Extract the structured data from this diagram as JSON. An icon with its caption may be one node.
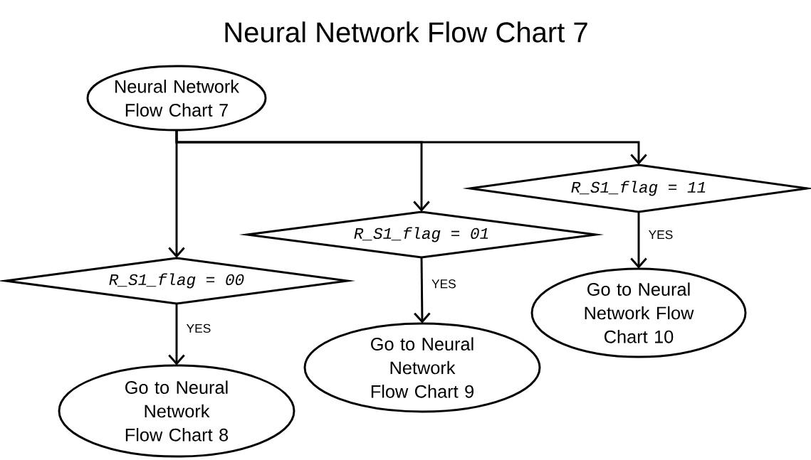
{
  "diagram": {
    "title": "Neural Network Flow Chart 7",
    "nodes": [
      {
        "text": [
          "Neural Network Flow Chart 7"
        ]
      },
      {
        "text": [
          "R_S1_flag = 00"
        ]
      },
      {
        "text": [
          "Go to Neural Network Flow Chart 8"
        ]
      },
      {
        "text": [
          "R_S1_flag = 01"
        ]
      },
      {
        "text": [
          "Go to Neural Network Flow Chart 9"
        ]
      },
      {
        "text": [
          "R_S1_flag = 11"
        ]
      },
      {
        "text": [
          "Go to Neural Network Flow Chart 10"
        ]
      }
    ],
    "edges": [
      {
        "from": 0,
        "to": 1,
        "arrow": "to"
      },
      {
        "from": 0,
        "to": 3,
        "arrow": "to"
      },
      {
        "from": 0,
        "to": 5,
        "arrow": "to"
      },
      {
        "from": 1,
        "to": 2,
        "arrow": "to",
        "label": "YES"
      },
      {
        "from": 3,
        "to": 4,
        "arrow": "to",
        "label": "YES"
      },
      {
        "from": 5,
        "to": 6,
        "arrow": "to",
        "label": "YES"
      }
    ]
  }
}
